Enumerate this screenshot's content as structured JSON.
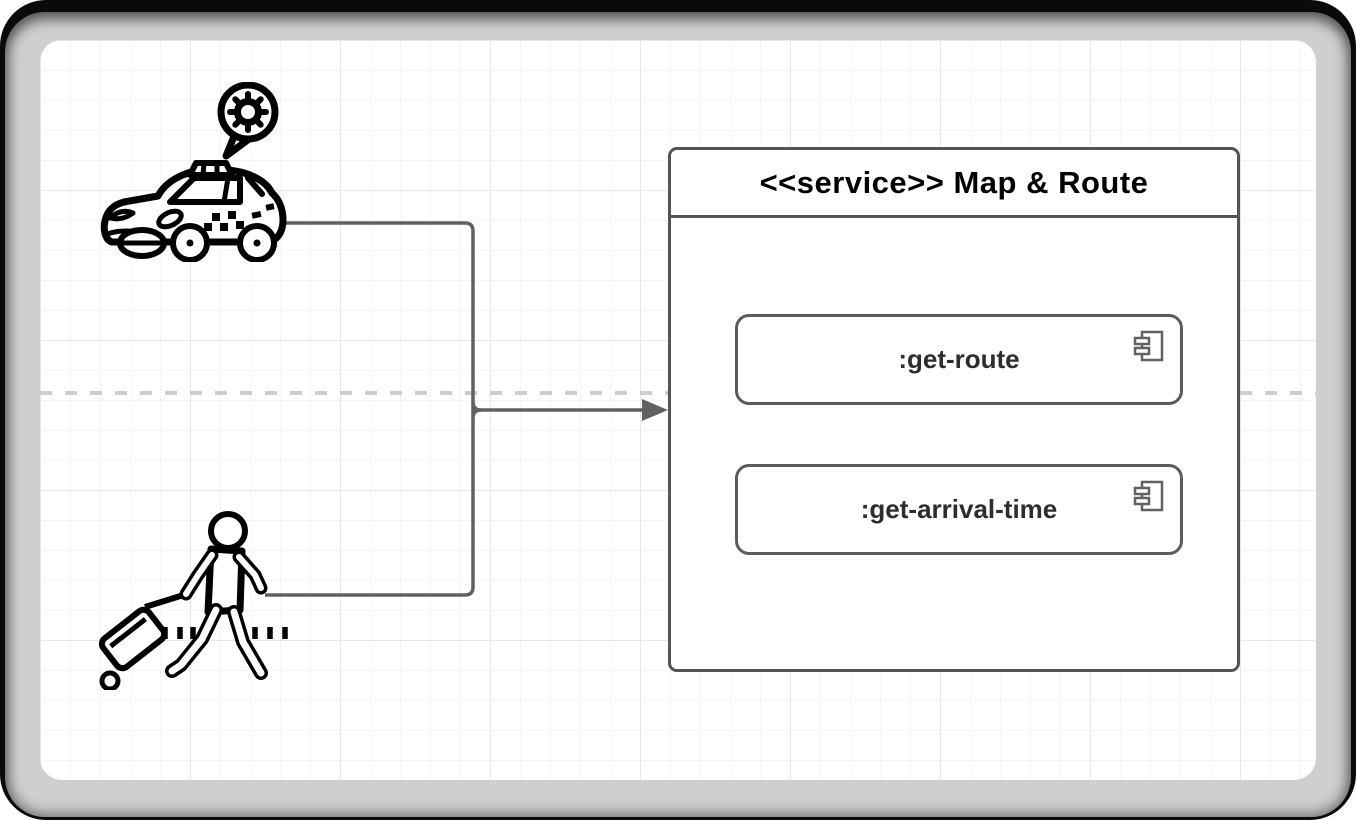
{
  "diagram": {
    "type": "uml-component-diagram",
    "service": {
      "title": "<<service>> Map & Route",
      "components": [
        {
          "label": ":get-route",
          "icon": "uml-component-icon"
        },
        {
          "label": ":get-arrival-time",
          "icon": "uml-component-icon"
        }
      ]
    },
    "actors": [
      {
        "id": "taxi",
        "icon": "taxi-icon"
      },
      {
        "id": "traveler",
        "icon": "traveler-icon"
      }
    ],
    "connectors": [
      {
        "from": "taxi",
        "to": "junction",
        "style": "elbow"
      },
      {
        "from": "traveler",
        "to": "junction",
        "style": "elbow"
      },
      {
        "from": "junction",
        "to": "service",
        "style": "arrow"
      }
    ],
    "separator": {
      "style": "dashed-horizontal"
    }
  },
  "colors": {
    "connector": "#616161",
    "box_border": "#545454",
    "dashed_line": "#cdcdcd",
    "grid_minor": "#f4f4f4",
    "grid_major": "#e8e8e8",
    "canvas": "#ffffff",
    "frame": "#0a0a0a",
    "title_text": "#000000",
    "label_text": "#2d2d2d"
  }
}
